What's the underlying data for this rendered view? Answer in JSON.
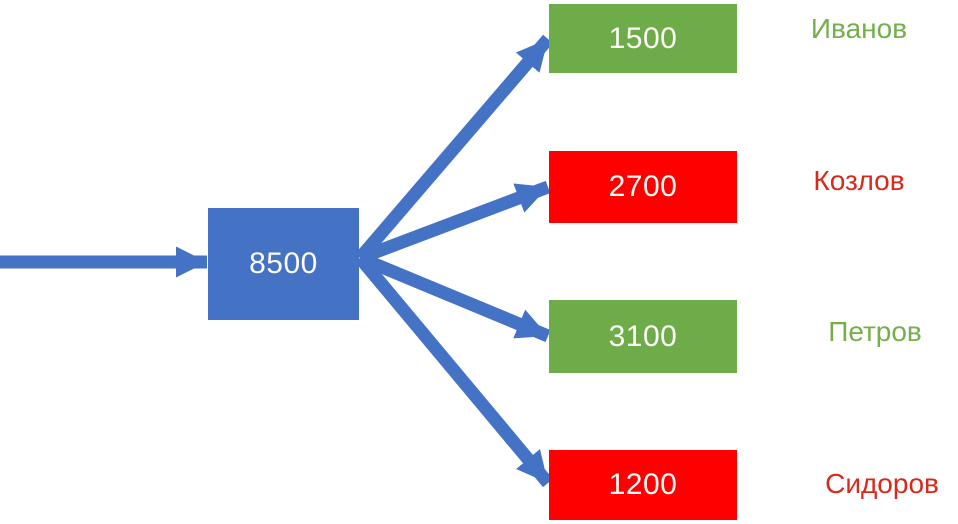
{
  "colors": {
    "arrow_blue": "#4472C4",
    "source_box": "#4472C4",
    "green_box": "#6EAC49",
    "red_box": "#FE0000",
    "value_text": "#FCFBF7"
  },
  "source": {
    "value": "8500",
    "box_color": "#4472C4"
  },
  "targets": [
    {
      "value": "1500",
      "label": "Иванов",
      "box_color": "#6EAC49",
      "label_color": "#74AF4C"
    },
    {
      "value": "2700",
      "label": "Козлов",
      "box_color": "#FE0000",
      "label_color": "#D8291D"
    },
    {
      "value": "3100",
      "label": "Петров",
      "box_color": "#6EAC49",
      "label_color": "#74AF4C"
    },
    {
      "value": "1200",
      "label": "Сидоров",
      "box_color": "#FE0000",
      "label_color": "#D8291D"
    }
  ],
  "edges": [
    {
      "from": "left-edge",
      "to": "source"
    },
    {
      "from": "source",
      "to": "target-1"
    },
    {
      "from": "source",
      "to": "target-2"
    },
    {
      "from": "source",
      "to": "target-3"
    },
    {
      "from": "source",
      "to": "target-4"
    }
  ]
}
